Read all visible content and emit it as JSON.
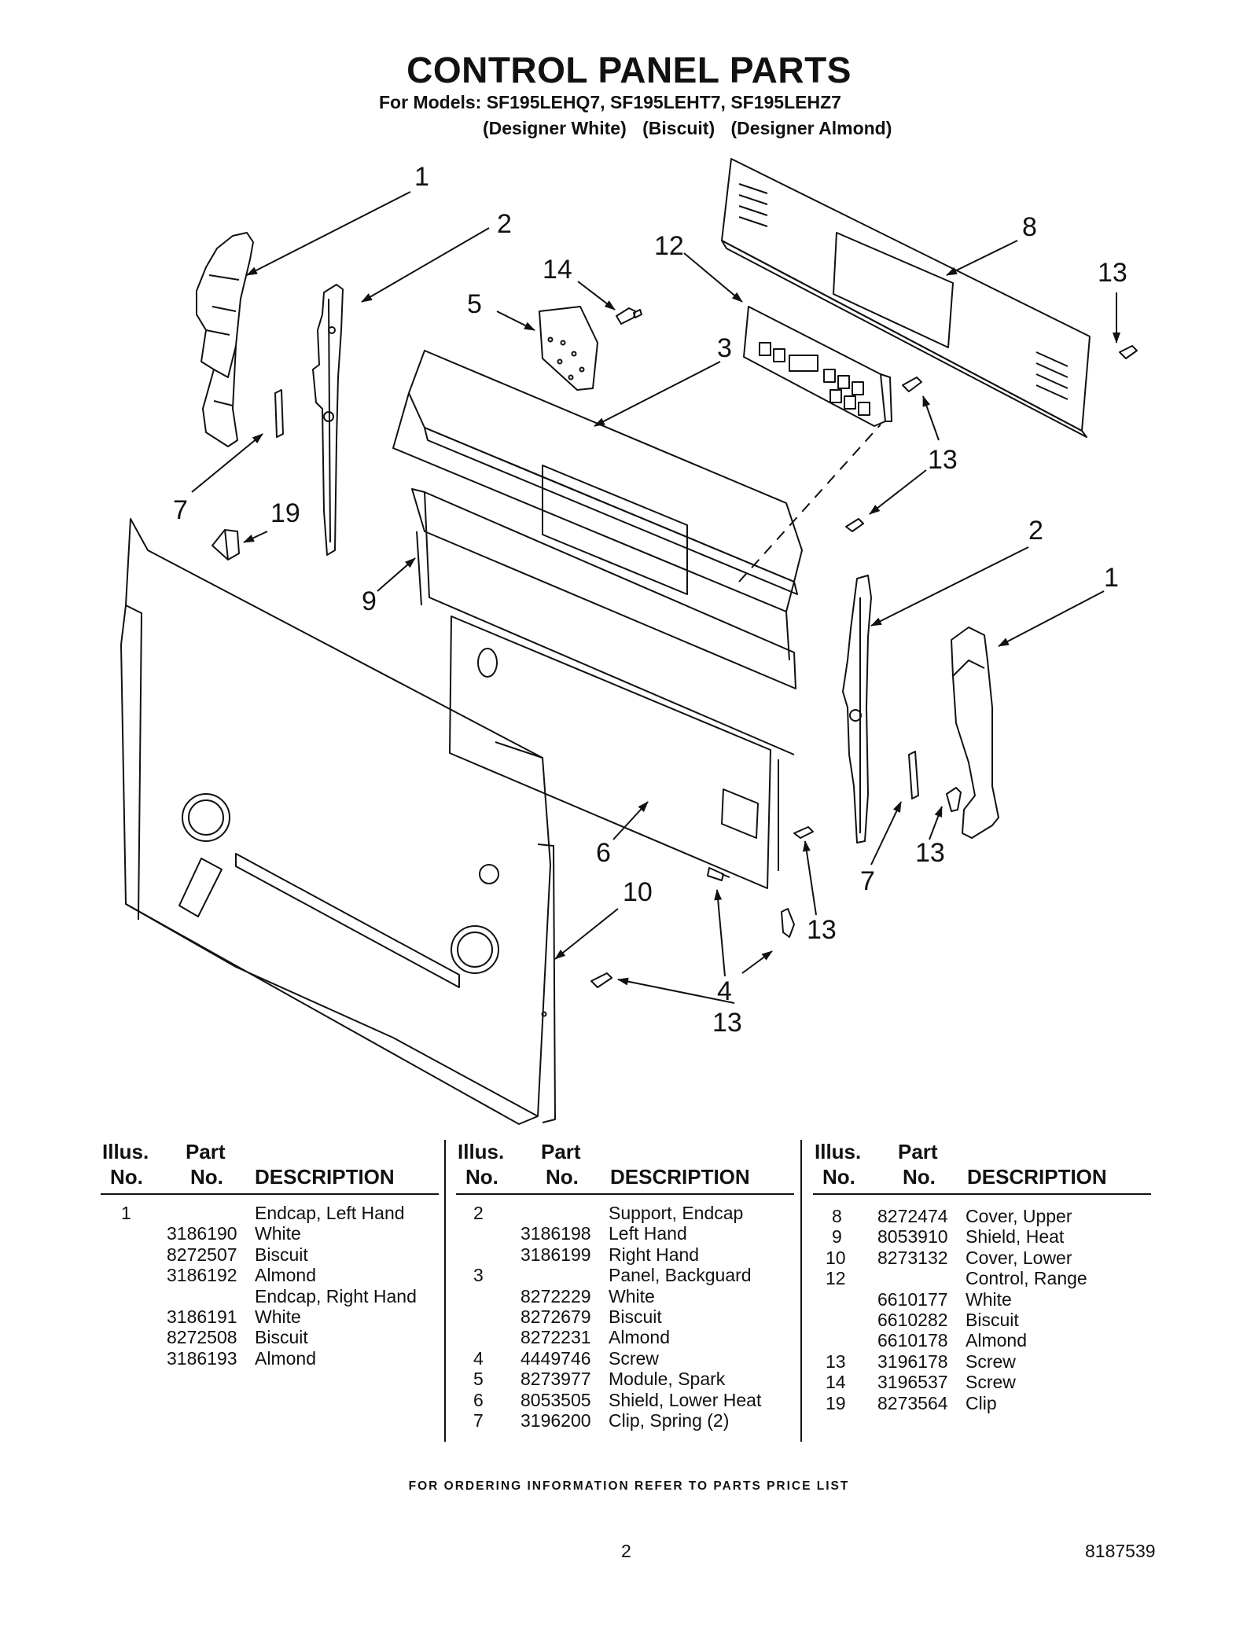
{
  "header": {
    "title": "CONTROL PANEL PARTS",
    "models_line": "For Models: SF195LEHQ7, SF195LEHT7, SF195LEHZ7",
    "variants": [
      "(Designer White)",
      "(Biscuit)",
      "(Designer Almond)"
    ]
  },
  "diagram": {
    "callouts": [
      "1",
      "2",
      "14",
      "5",
      "12",
      "8",
      "13",
      "3",
      "13",
      "13",
      "2",
      "1",
      "7",
      "19",
      "9",
      "6",
      "10",
      "13",
      "7",
      "13",
      "4",
      "13"
    ]
  },
  "table": {
    "headers": {
      "illus_top": "Illus.",
      "illus_bottom": "No.",
      "part_top": "Part",
      "part_bottom": "No.",
      "description": "DESCRIPTION"
    },
    "columns": [
      [
        {
          "illus": "1",
          "part": "",
          "desc": "Endcap, Left Hand"
        },
        {
          "illus": "",
          "part": "3186190",
          "desc": "White"
        },
        {
          "illus": "",
          "part": "8272507",
          "desc": "Biscuit"
        },
        {
          "illus": "",
          "part": "3186192",
          "desc": "Almond"
        },
        {
          "illus": "",
          "part": "",
          "desc": "Endcap, Right Hand"
        },
        {
          "illus": "",
          "part": "3186191",
          "desc": "White"
        },
        {
          "illus": "",
          "part": "8272508",
          "desc": "Biscuit"
        },
        {
          "illus": "",
          "part": "3186193",
          "desc": "Almond"
        }
      ],
      [
        {
          "illus": "2",
          "part": "",
          "desc": "Support, Endcap"
        },
        {
          "illus": "",
          "part": "3186198",
          "desc": "Left Hand"
        },
        {
          "illus": "",
          "part": "3186199",
          "desc": "Right Hand"
        },
        {
          "illus": "3",
          "part": "",
          "desc": "Panel, Backguard"
        },
        {
          "illus": "",
          "part": "8272229",
          "desc": "White"
        },
        {
          "illus": "",
          "part": "8272679",
          "desc": "Biscuit"
        },
        {
          "illus": "",
          "part": "8272231",
          "desc": "Almond"
        },
        {
          "illus": "4",
          "part": "4449746",
          "desc": "Screw"
        },
        {
          "illus": "5",
          "part": "8273977",
          "desc": "Module, Spark"
        },
        {
          "illus": "6",
          "part": "8053505",
          "desc": "Shield, Lower Heat"
        },
        {
          "illus": "7",
          "part": "3196200",
          "desc": "Clip, Spring (2)"
        }
      ],
      [
        {
          "illus": "8",
          "part": "8272474",
          "desc": "Cover, Upper"
        },
        {
          "illus": "9",
          "part": "8053910",
          "desc": "Shield, Heat"
        },
        {
          "illus": "10",
          "part": "8273132",
          "desc": "Cover, Lower"
        },
        {
          "illus": "12",
          "part": "",
          "desc": "Control, Range"
        },
        {
          "illus": "",
          "part": "6610177",
          "desc": "White"
        },
        {
          "illus": "",
          "part": "6610282",
          "desc": "Biscuit"
        },
        {
          "illus": "",
          "part": "6610178",
          "desc": "Almond"
        },
        {
          "illus": "13",
          "part": "3196178",
          "desc": "Screw"
        },
        {
          "illus": "14",
          "part": "3196537",
          "desc": "Screw"
        },
        {
          "illus": "19",
          "part": "8273564",
          "desc": "Clip"
        }
      ]
    ]
  },
  "footer": {
    "note": "FOR ORDERING INFORMATION REFER TO PARTS PRICE LIST",
    "page_number": "2",
    "document_number": "8187539"
  }
}
